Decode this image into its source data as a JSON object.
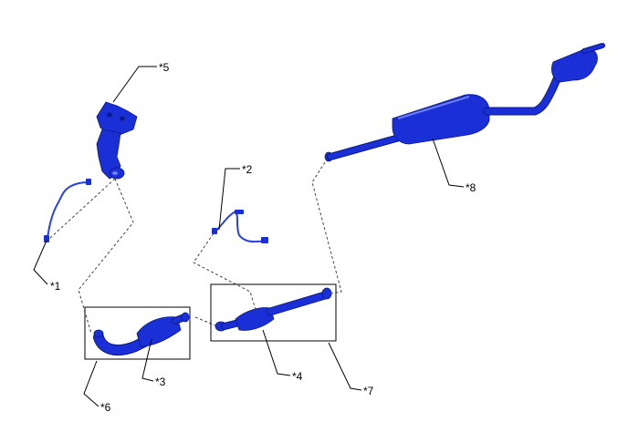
{
  "diagram": {
    "callouts": [
      {
        "id": "c1",
        "label": "*1"
      },
      {
        "id": "c2",
        "label": "*2"
      },
      {
        "id": "c3",
        "label": "*3"
      },
      {
        "id": "c4",
        "label": "*4"
      },
      {
        "id": "c5",
        "label": "*5"
      },
      {
        "id": "c6",
        "label": "*6"
      },
      {
        "id": "c7",
        "label": "*7"
      },
      {
        "id": "c8",
        "label": "*8"
      }
    ],
    "colors": {
      "part_fill": "#1a2fd6",
      "part_edge": "#0a1a8a",
      "line": "#000000"
    }
  }
}
